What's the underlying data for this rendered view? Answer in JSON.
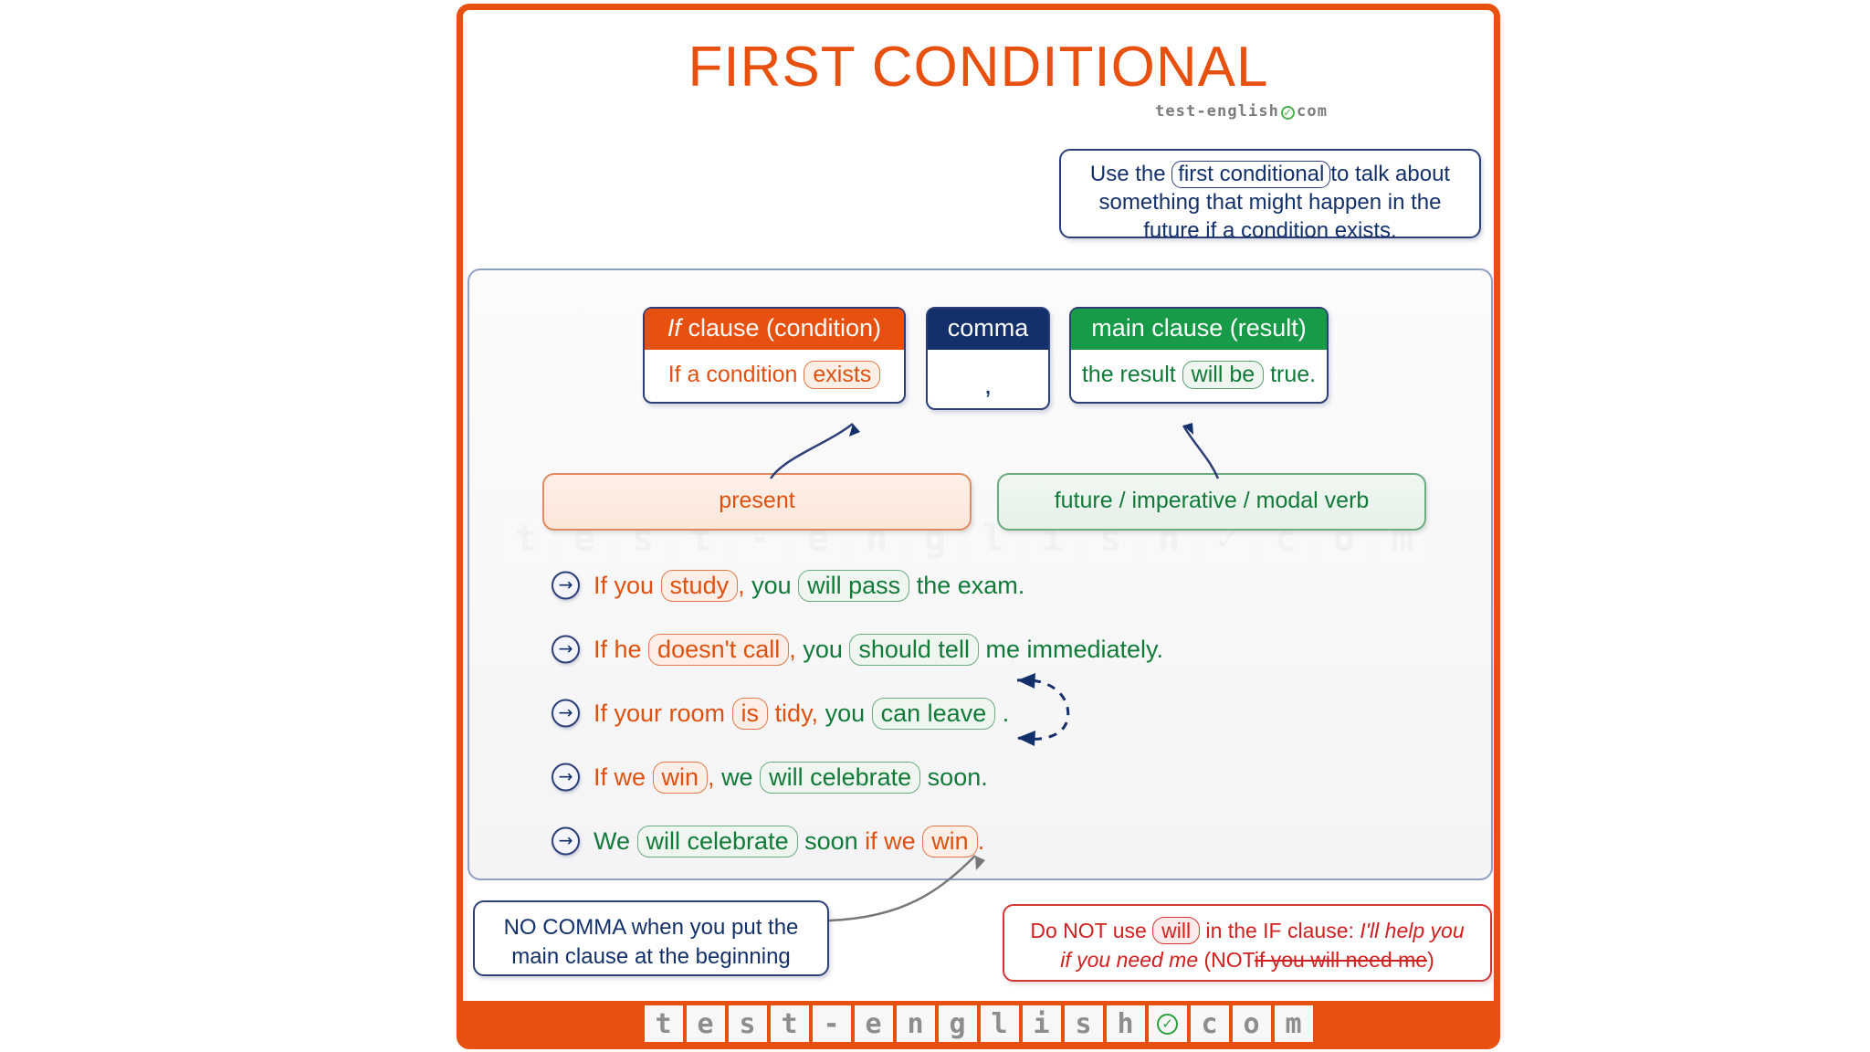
{
  "page": {
    "title": "FIRST CONDITIONAL",
    "brand": {
      "left": "test-english",
      "right": "com",
      "check_icon": "check-circle-icon"
    },
    "frame_color": "#e8500f"
  },
  "colors": {
    "orange": "#e8500f",
    "navy": "#13306b",
    "green": "#189b49",
    "red": "#d02020",
    "panel_border": "#8fa0c0"
  },
  "top_note": {
    "part1": "Use the",
    "chip": "first conditional",
    "part2": "to talk about",
    "line2": "something that might happen in the",
    "line3": "future if a condition exists."
  },
  "structure": {
    "if_clause": {
      "header_italic": "If",
      "header_rest": " clause (condition)",
      "body_pre": "If a condition",
      "body_chip": "exists"
    },
    "comma": {
      "header": "comma",
      "body": ","
    },
    "main_clause": {
      "header": "main clause (result)",
      "body_pre": "the result",
      "body_chip": "will be",
      "body_post": "true."
    }
  },
  "categories": {
    "present": "present",
    "future": "future / imperative / modal verb"
  },
  "examples": [
    {
      "icon": "arrow-right-circle-icon",
      "parts": [
        {
          "text": "If you ",
          "style": "orange"
        },
        {
          "text": "study",
          "style": "chip-orange"
        },
        {
          "text": ", ",
          "style": "orange"
        },
        {
          "text": "you ",
          "style": "green"
        },
        {
          "text": "will pass",
          "style": "chip-green"
        },
        {
          "text": " the exam.",
          "style": "green"
        }
      ]
    },
    {
      "icon": "arrow-right-circle-icon",
      "parts": [
        {
          "text": "If he ",
          "style": "orange"
        },
        {
          "text": "doesn't call",
          "style": "chip-orange"
        },
        {
          "text": ", ",
          "style": "orange"
        },
        {
          "text": "you ",
          "style": "green"
        },
        {
          "text": "should tell",
          "style": "chip-green"
        },
        {
          "text": " me immediately.",
          "style": "green"
        }
      ]
    },
    {
      "icon": "arrow-right-circle-icon",
      "parts": [
        {
          "text": "If your room ",
          "style": "orange"
        },
        {
          "text": "is",
          "style": "chip-orange"
        },
        {
          "text": " tidy, ",
          "style": "orange"
        },
        {
          "text": "you ",
          "style": "green"
        },
        {
          "text": "can leave",
          "style": "chip-green"
        },
        {
          "text": " .",
          "style": "green"
        }
      ]
    },
    {
      "icon": "arrow-right-circle-icon",
      "parts": [
        {
          "text": "If we ",
          "style": "orange"
        },
        {
          "text": "win",
          "style": "chip-orange"
        },
        {
          "text": ", ",
          "style": "orange"
        },
        {
          "text": "we ",
          "style": "green"
        },
        {
          "text": "will celebrate",
          "style": "chip-green"
        },
        {
          "text": " soon.",
          "style": "green"
        }
      ]
    },
    {
      "icon": "arrow-right-circle-icon",
      "parts": [
        {
          "text": "We ",
          "style": "green"
        },
        {
          "text": "will celebrate",
          "style": "chip-green"
        },
        {
          "text": " soon ",
          "style": "green"
        },
        {
          "text": "if we ",
          "style": "orange"
        },
        {
          "text": "win",
          "style": "chip-orange"
        },
        {
          "text": ".",
          "style": "orange"
        }
      ]
    }
  ],
  "bottom_notes": {
    "no_comma": {
      "line1": "NO COMMA when you put the",
      "line2": "main clause at the beginning"
    },
    "do_not_use_will": {
      "pre": "Do NOT use",
      "chip": "will",
      "mid": "in the IF clause: ",
      "italic1": "I'll help you",
      "italic2": "if you need me",
      "paren_open": " (NOT",
      "struck": "if you will need me",
      "paren_close": ")"
    }
  },
  "watermark_tiles": [
    "t",
    "e",
    "s",
    "t",
    "-",
    "e",
    "n",
    "g",
    "l",
    "i",
    "s",
    "h",
    "✓",
    "c",
    "o",
    "m"
  ],
  "footer_tiles": [
    "t",
    "e",
    "s",
    "t",
    "-",
    "e",
    "n",
    "g",
    "l",
    "i",
    "s",
    "h",
    "✓",
    "c",
    "o",
    "m"
  ]
}
